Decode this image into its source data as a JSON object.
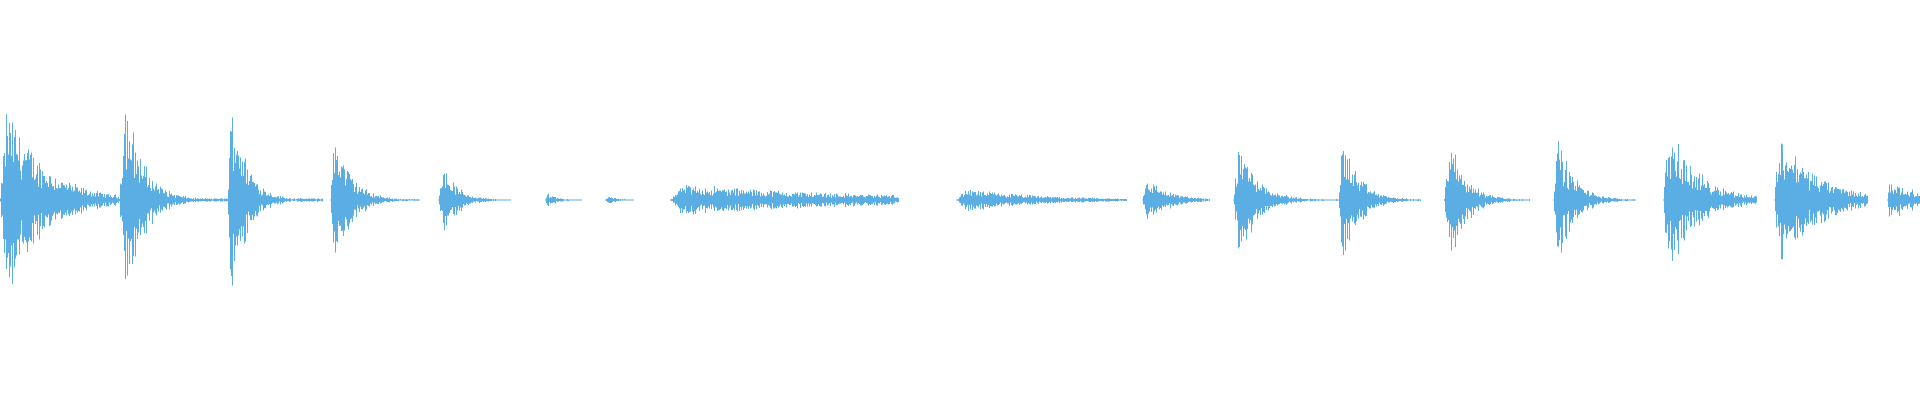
{
  "waveform": {
    "color": "#5aaee4",
    "background": "#ffffff",
    "segments": [
      {
        "start": 0.0,
        "end": 0.062,
        "peak": 0.55,
        "decay": 3.2,
        "tail": 0.018
      },
      {
        "start": 0.062,
        "end": 0.118,
        "peak": 0.7,
        "decay": 6.0,
        "tail": 0.012
      },
      {
        "start": 0.118,
        "end": 0.168,
        "peak": 0.72,
        "decay": 6.5,
        "tail": 0.012
      },
      {
        "start": 0.172,
        "end": 0.219,
        "peak": 0.45,
        "decay": 5.5,
        "tail": 0.01
      },
      {
        "start": 0.228,
        "end": 0.266,
        "peak": 0.24,
        "decay": 5.0,
        "tail": 0.008
      },
      {
        "start": 0.284,
        "end": 0.303,
        "peak": 0.05,
        "decay": 4.0,
        "tail": 0.004
      },
      {
        "start": 0.315,
        "end": 0.33,
        "peak": 0.025,
        "decay": 3.0,
        "tail": 0.004
      },
      {
        "start": 0.349,
        "end": 0.468,
        "peak": 0.08,
        "decay": 1.2,
        "tail": 0.01
      },
      {
        "start": 0.498,
        "end": 0.587,
        "peak": 0.06,
        "decay": 2.2,
        "tail": 0.006
      },
      {
        "start": 0.595,
        "end": 0.63,
        "peak": 0.13,
        "decay": 3.0,
        "tail": 0.006
      },
      {
        "start": 0.642,
        "end": 0.697,
        "peak": 0.4,
        "decay": 5.5,
        "tail": 0.01
      },
      {
        "start": 0.697,
        "end": 0.74,
        "peak": 0.4,
        "decay": 5.0,
        "tail": 0.012
      },
      {
        "start": 0.752,
        "end": 0.797,
        "peak": 0.4,
        "decay": 5.0,
        "tail": 0.012
      },
      {
        "start": 0.809,
        "end": 0.852,
        "peak": 0.4,
        "decay": 5.0,
        "tail": 0.012
      },
      {
        "start": 0.866,
        "end": 0.915,
        "peak": 0.4,
        "decay": 3.0,
        "tail": 0.012
      },
      {
        "start": 0.924,
        "end": 0.973,
        "peak": 0.38,
        "decay": 2.5,
        "tail": 0.012
      },
      {
        "start": 0.983,
        "end": 1.0,
        "peak": 0.1,
        "decay": 1.0,
        "tail": 0.008
      }
    ]
  }
}
